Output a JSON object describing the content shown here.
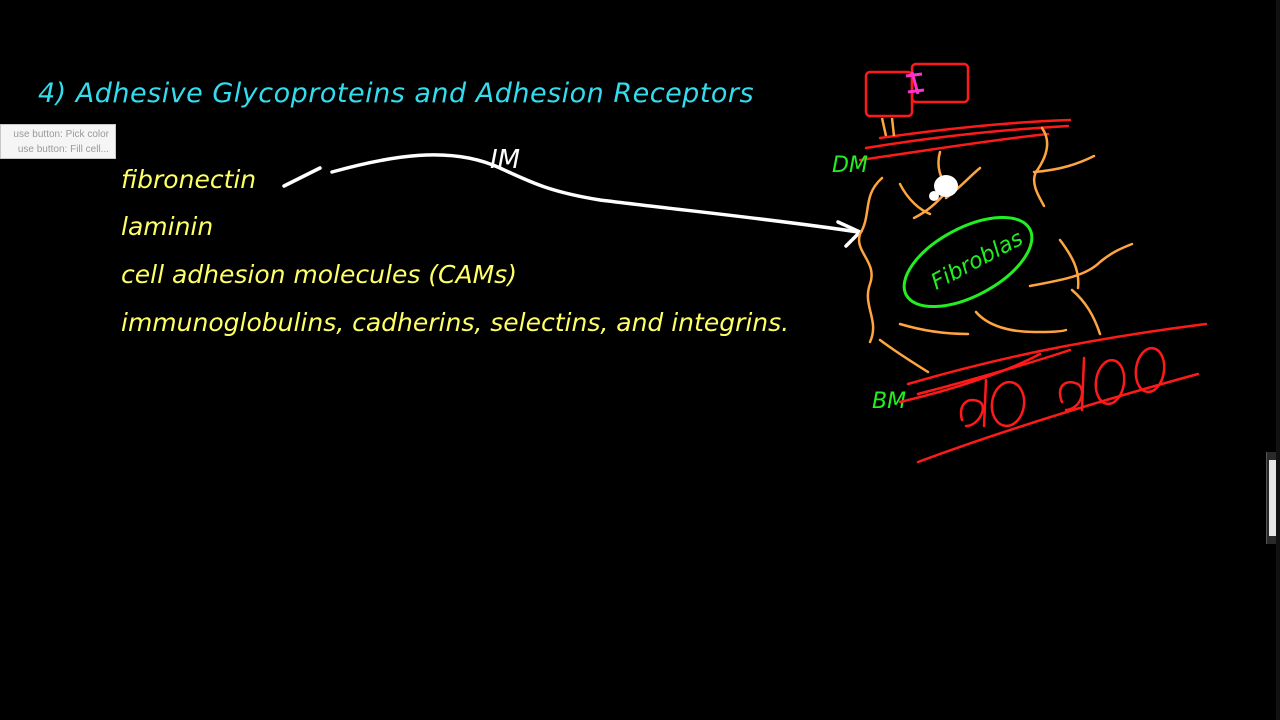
{
  "slide": {
    "heading": "4) Adhesive Glycoproteins and Adhesion Receptors",
    "terms": [
      "fibronectin",
      "laminin",
      "cell adhesion molecules (CAMs)",
      "immunoglobulins, cadherins, selectins, and integrins."
    ]
  },
  "tooltip": {
    "line1": "use button: Pick color",
    "line2": "use button: Fill cell..."
  },
  "annotations": {
    "arrow_label": "IM",
    "top_label": "DM",
    "bottom_label": "BM",
    "cell_label": "Fibroblas"
  },
  "colors": {
    "background": "#000000",
    "heading": "#33ddee",
    "terms": "#ffff66",
    "arrow": "#ffffff",
    "membrane": "#ff1a1a",
    "fibers": "#ffa540",
    "cell": "#22ee22",
    "marker": "#ff33cc"
  },
  "icons": {
    "arrow": "arrow-right-icon"
  }
}
